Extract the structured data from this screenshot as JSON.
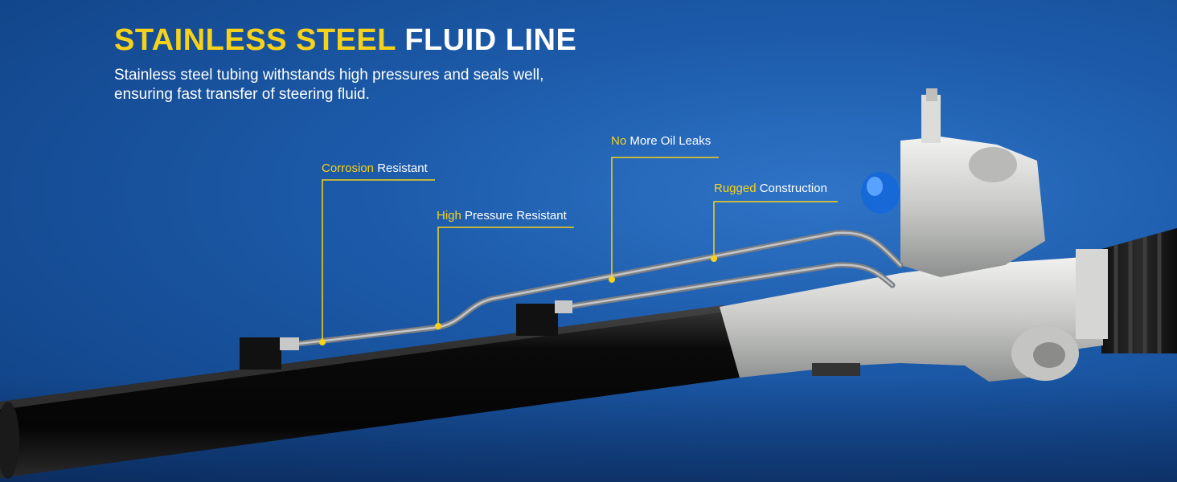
{
  "headline": {
    "accent": "STAINLESS STEEL",
    "main": "FLUID LINE"
  },
  "subtitle": {
    "line1": "Stainless steel tubing withstands high pressures and seals well,",
    "line2": "ensuring fast transfer of steering fluid."
  },
  "callouts": [
    {
      "accent": "Corrosion",
      "text": "Resistant"
    },
    {
      "accent": "High",
      "text": "Pressure Resistant"
    },
    {
      "accent": "No",
      "text": "More Oil Leaks"
    },
    {
      "accent": "Rugged",
      "text": "Construction"
    }
  ],
  "colors": {
    "accent": "#f7d21a",
    "text": "#ffffff",
    "background": "#1c5aa9"
  }
}
